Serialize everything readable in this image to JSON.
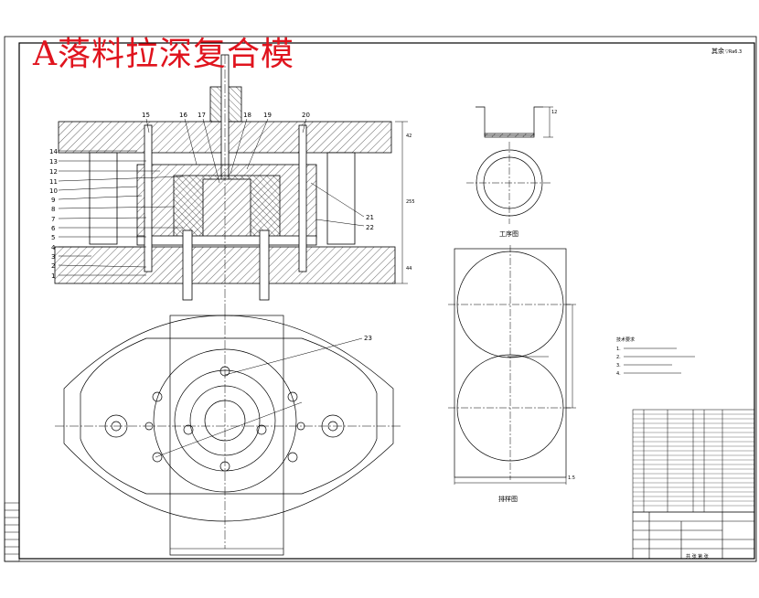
{
  "title_banner": "A落料拉深复合模",
  "roughness_note": "其余",
  "section_view": {
    "part_numbers_left": [
      "14",
      "13",
      "12",
      "11",
      "10",
      "9",
      "8",
      "7",
      "6",
      "5",
      "4",
      "3",
      "2",
      "1"
    ],
    "part_numbers_top": [
      "15",
      "16",
      "17",
      "18",
      "19",
      "20"
    ],
    "part_numbers_right": [
      "21",
      "22"
    ],
    "dimensions_right": [
      "42",
      "255",
      "44"
    ]
  },
  "plan_view": {
    "callouts": [
      "23"
    ]
  },
  "workpiece_view": {
    "caption": "工序图",
    "dim_height": "12"
  },
  "strip_layout_view": {
    "caption": "排样图",
    "dim_pitch": "1.5"
  },
  "technical_notes": {
    "heading": "技术要求",
    "items": [
      "1.",
      "2.",
      "3.",
      "4."
    ]
  },
  "title_block": {
    "sheet_label": "共 张 第 张"
  }
}
